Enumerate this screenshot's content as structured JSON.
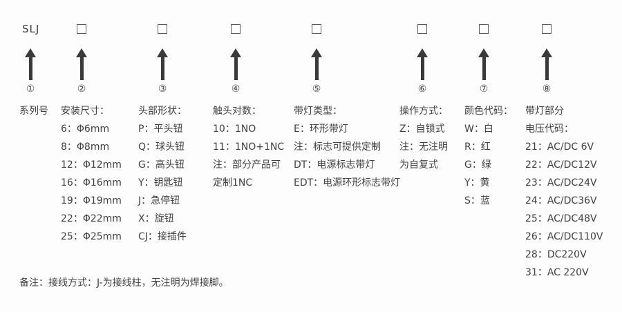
{
  "title_code": "SLJ",
  "footnote": "备注：接线方式：J-为接线柱，无注明为焊接脚。",
  "colors": {
    "text": "#3f3f3f",
    "arrow": "#3a3a3a",
    "checkbox_border": "#5a5a5a",
    "background": "#fdfdfd"
  },
  "columns": [
    {
      "index": "①",
      "has_checkbox": false,
      "header_lines": [
        "系列号"
      ],
      "items": []
    },
    {
      "index": "②",
      "has_checkbox": true,
      "header_lines": [
        "安装尺寸："
      ],
      "items": [
        "6：Φ6mm",
        "8：Φ8mm",
        "12：Φ12mm",
        "16：Φ16mm",
        "19：Φ19mm",
        "22：Φ22mm",
        "25：Φ25mm"
      ]
    },
    {
      "index": "③",
      "has_checkbox": true,
      "header_lines": [
        "头部形状："
      ],
      "items": [
        "P：平头钮",
        "Q：球头钮",
        "G：高头钮",
        "Y：钥匙钮",
        "J：急停钮",
        "X：旋钮",
        "CJ：接插件"
      ]
    },
    {
      "index": "④",
      "has_checkbox": true,
      "header_lines": [
        "触头对数："
      ],
      "items": [
        "10：1NO",
        "11：1NO+1NC",
        "注：部分产品可",
        "定制1NC"
      ]
    },
    {
      "index": "⑤",
      "has_checkbox": true,
      "header_lines": [
        "带灯类型："
      ],
      "items": [
        "E：环形带灯",
        "注：标志可提供定制",
        "DT：电源标志带灯",
        "EDT：电源环形标志带灯"
      ]
    },
    {
      "index": "⑥",
      "has_checkbox": true,
      "header_lines": [
        "操作方式："
      ],
      "items": [
        "Z：自锁式",
        "注：无注明",
        "为自复式"
      ]
    },
    {
      "index": "⑦",
      "has_checkbox": true,
      "header_lines": [
        "颜色代码："
      ],
      "items": [
        "W：白",
        "R：红",
        "G：绿",
        "Y：黄",
        "S：蓝"
      ]
    },
    {
      "index": "⑧",
      "has_checkbox": true,
      "header_lines": [
        "带灯部分",
        "电压代码："
      ],
      "items": [
        "21：AC/DC 6V",
        "22：AC/DC12V",
        "23：AC/DC24V",
        "24：AC/DC36V",
        "25：AC/DC48V",
        "26：AC/DC110V",
        "28：DC220V",
        "31：AC 220V"
      ]
    }
  ]
}
